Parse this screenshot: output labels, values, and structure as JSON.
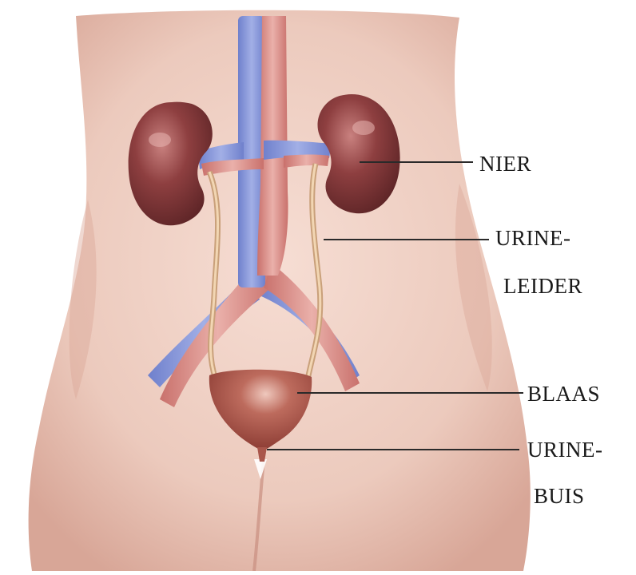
{
  "labels": {
    "kidney": "NIER",
    "ureter_line1": "URINE-",
    "ureter_line2": "LEIDER",
    "bladder": "BLAAS",
    "urethra_line1": "URINE-",
    "urethra_line2": "BUIS"
  },
  "colors": {
    "skin": "#eecbbf",
    "skin_shadow": "#d9a394",
    "kidney": "#8a3d3e",
    "vein": "#7f8fd6",
    "artery": "#d98e88",
    "ureter": "#e9c39a",
    "bladder": "#a9564b",
    "leader_line": "#2a2a2a"
  }
}
